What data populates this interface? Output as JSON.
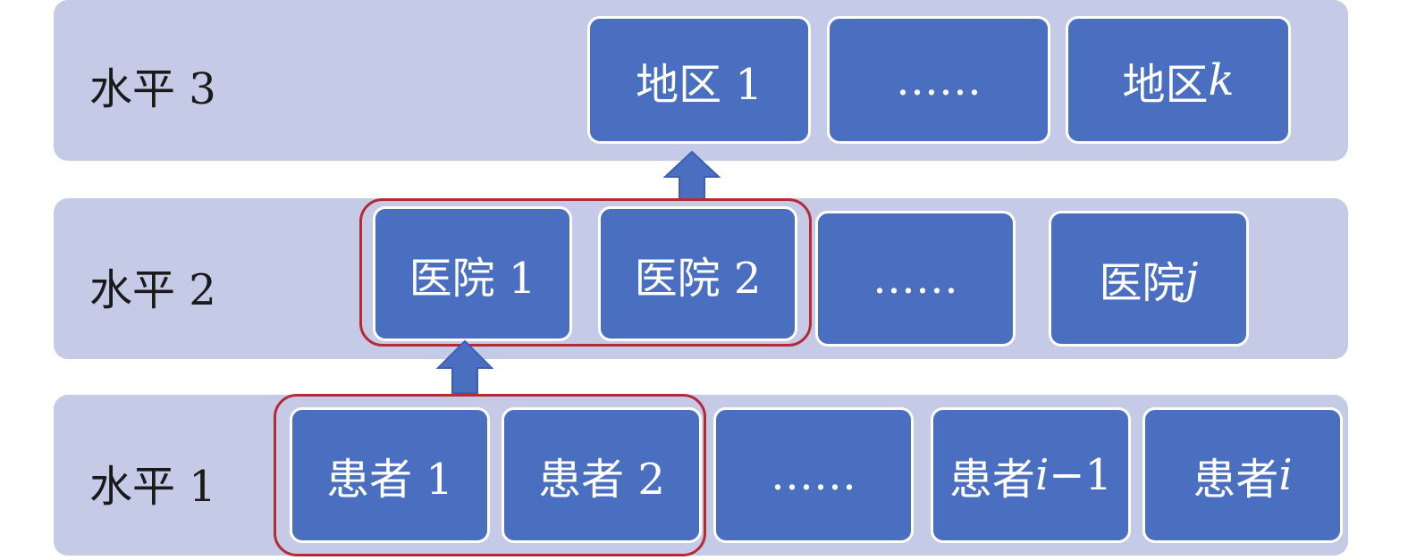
{
  "levels": [
    {
      "label": "水平 3"
    },
    {
      "label": "水平 2"
    },
    {
      "label": "水平 1"
    }
  ],
  "regions": [
    {
      "text": "地区 1",
      "var": ""
    },
    {
      "text": "……",
      "var": ""
    },
    {
      "text": "地区 ",
      "var": "k"
    }
  ],
  "hospitals": [
    {
      "text": "医院 1",
      "var": ""
    },
    {
      "text": "医院 2",
      "var": ""
    },
    {
      "text": "……",
      "var": ""
    },
    {
      "text": "医院 ",
      "var": "j"
    }
  ],
  "patients": [
    {
      "text": "患者 1",
      "var": "",
      "suffix": ""
    },
    {
      "text": "患者 2",
      "var": "",
      "suffix": ""
    },
    {
      "text": "……",
      "var": "",
      "suffix": ""
    },
    {
      "text": "患者 ",
      "var": "i",
      "suffix": "−1"
    },
    {
      "text": "患者",
      "var": "i",
      "suffix": ""
    }
  ],
  "colors": {
    "band": "#c5cae6",
    "node": "#4a6ec0",
    "group_outline": "#b52a35",
    "arrow": "#4a6ec0"
  }
}
